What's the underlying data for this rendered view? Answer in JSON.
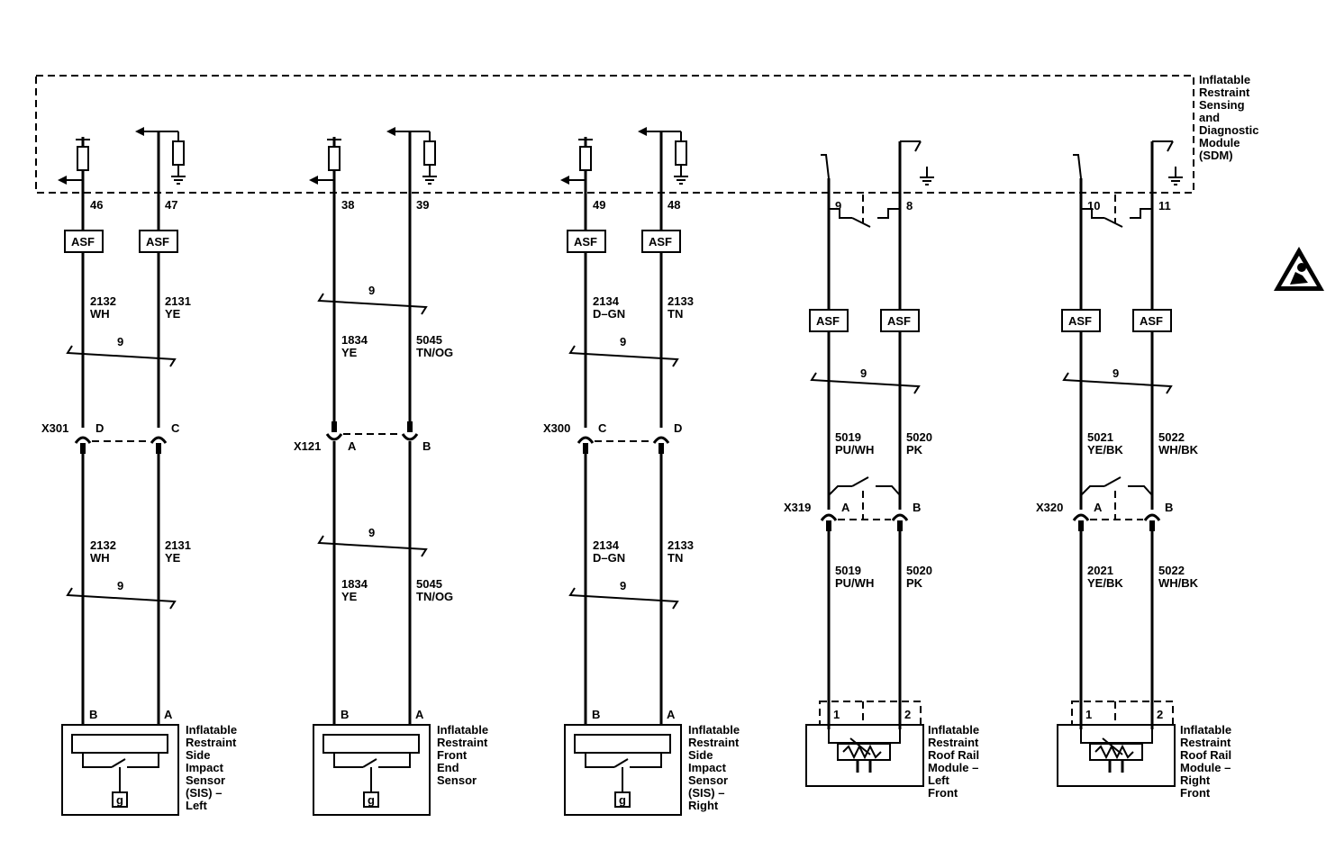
{
  "module": {
    "label_lines": [
      "Inflatable",
      "Restraint",
      "Sensing",
      "and",
      "Diagnostic",
      "Module",
      "(SDM)"
    ]
  },
  "asf_label": "ASF",
  "twist_label": "9",
  "circuits": [
    {
      "pins": [
        "46",
        "47"
      ],
      "upper_wires": [
        {
          "num": "2132",
          "color": "WH"
        },
        {
          "num": "2131",
          "color": "YE"
        }
      ],
      "connector": {
        "id": "X301",
        "cavities": [
          "D",
          "C"
        ]
      },
      "lower_wires": [
        {
          "num": "2132",
          "color": "WH"
        },
        {
          "num": "2131",
          "color": "YE"
        }
      ],
      "device": {
        "terminals": [
          "B",
          "A"
        ],
        "lines": [
          "Inflatable",
          "Restraint",
          "Side",
          "Impact",
          "Sensor",
          "(SIS) –",
          "Left"
        ],
        "icon_text": "g"
      }
    },
    {
      "pins": [
        "38",
        "39"
      ],
      "upper_wires": [
        {
          "num": "1834",
          "color": "YE"
        },
        {
          "num": "5045",
          "color": "TN/OG"
        }
      ],
      "connector": {
        "id": "X121",
        "cavities": [
          "A",
          "B"
        ]
      },
      "lower_wires": [
        {
          "num": "1834",
          "color": "YE"
        },
        {
          "num": "5045",
          "color": "TN/OG"
        }
      ],
      "device": {
        "terminals": [
          "B",
          "A"
        ],
        "lines": [
          "Inflatable",
          "Restraint",
          "Front",
          "End",
          "Sensor"
        ],
        "icon_text": "g"
      }
    },
    {
      "pins": [
        "49",
        "48"
      ],
      "upper_wires": [
        {
          "num": "2134",
          "color": "D–GN"
        },
        {
          "num": "2133",
          "color": "TN"
        }
      ],
      "connector": {
        "id": "X300",
        "cavities": [
          "C",
          "D"
        ]
      },
      "lower_wires": [
        {
          "num": "2134",
          "color": "D–GN"
        },
        {
          "num": "2133",
          "color": "TN"
        }
      ],
      "device": {
        "terminals": [
          "B",
          "A"
        ],
        "lines": [
          "Inflatable",
          "Restraint",
          "Side",
          "Impact",
          "Sensor",
          "(SIS) –",
          "Right"
        ],
        "icon_text": "g"
      }
    },
    {
      "pins": [
        "9",
        "8"
      ],
      "upper_wires": [
        {
          "num": "5019",
          "color": "PU/WH"
        },
        {
          "num": "5020",
          "color": "PK"
        }
      ],
      "connector": {
        "id": "X319",
        "cavities": [
          "A",
          "B"
        ]
      },
      "lower_wires": [
        {
          "num": "5019",
          "color": "PU/WH"
        },
        {
          "num": "5020",
          "color": "PK"
        }
      ],
      "device": {
        "terminals": [
          "1",
          "2"
        ],
        "lines": [
          "Inflatable",
          "Restraint",
          "Roof Rail",
          "Module –",
          "Left",
          "Front"
        ]
      }
    },
    {
      "pins": [
        "10",
        "11"
      ],
      "upper_wires": [
        {
          "num": "5021",
          "color": "YE/BK"
        },
        {
          "num": "5022",
          "color": "WH/BK"
        }
      ],
      "connector": {
        "id": "X320",
        "cavities": [
          "A",
          "B"
        ]
      },
      "lower_wires": [
        {
          "num": "2021",
          "color": "YE/BK"
        },
        {
          "num": "5022",
          "color": "WH/BK"
        }
      ],
      "device": {
        "terminals": [
          "1",
          "2"
        ],
        "lines": [
          "Inflatable",
          "Restraint",
          "Roof Rail",
          "Module –",
          "Right",
          "Front"
        ]
      }
    }
  ],
  "icons": [
    "airbag-warning-icon"
  ]
}
